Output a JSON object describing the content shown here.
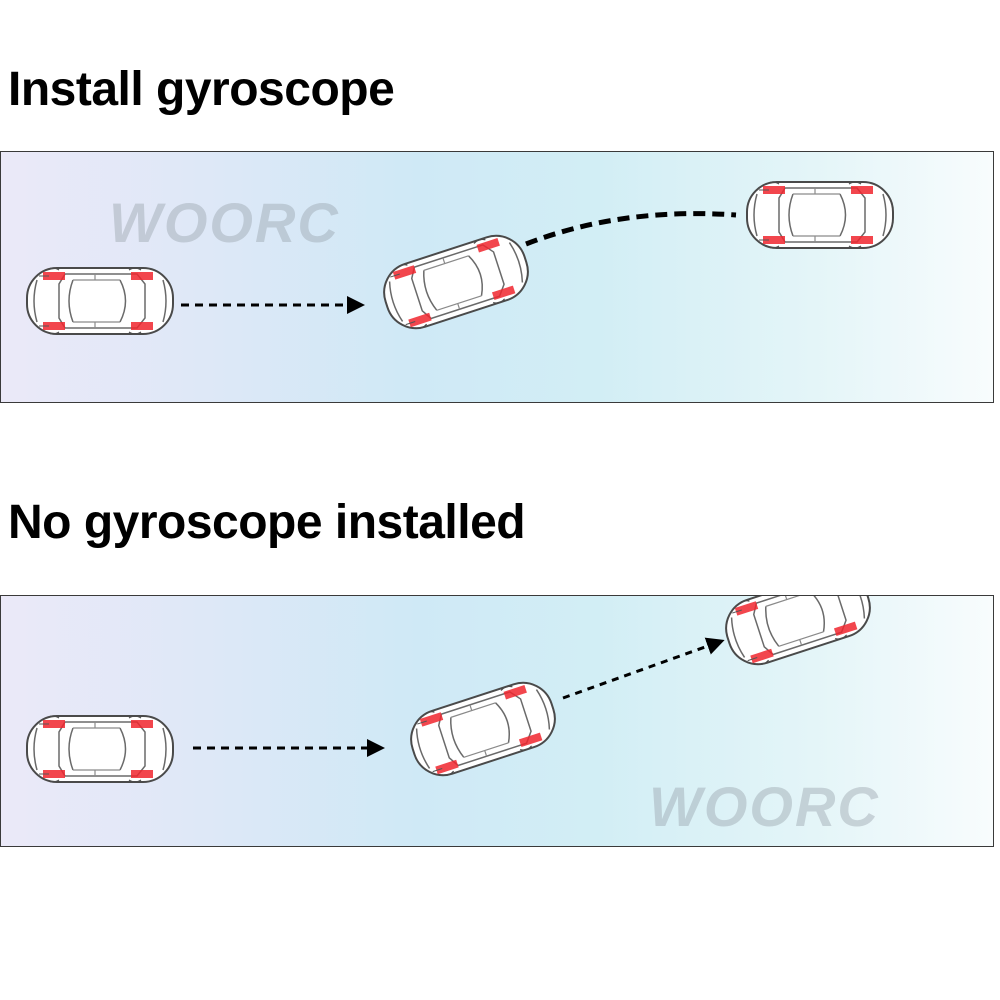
{
  "headings": {
    "with_gyro": "Install gyroscope",
    "without_gyro": "No gyroscope installed"
  },
  "watermark": {
    "text": "WOORC",
    "color": "#9aa4ad"
  },
  "colors": {
    "wheel_marker": "#f0262e",
    "path": "#000000",
    "panel_border": "#3a3a3a"
  },
  "icons": {
    "car": "car-top-view-icon",
    "arrow": "dashed-arrow-icon"
  }
}
